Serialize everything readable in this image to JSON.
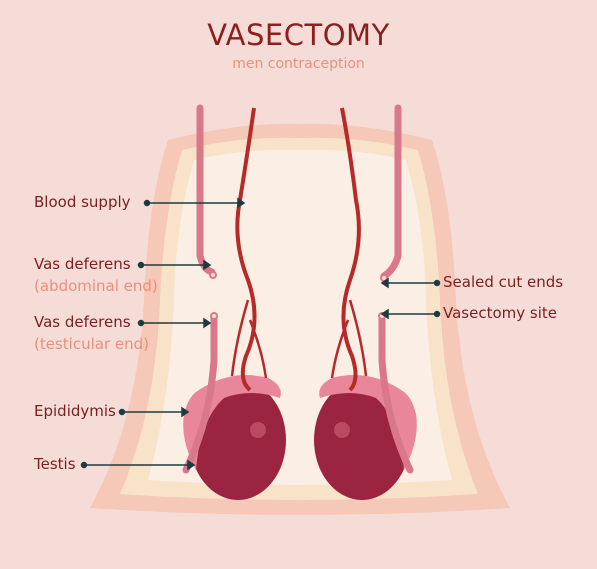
{
  "title": "VASECTOMY",
  "subtitle": "men contraception",
  "labels": {
    "blood_supply": "Blood supply",
    "vas_abdominal": "Vas deferens",
    "vas_abdominal_note": "(abdominal end)",
    "vas_testicular": "Vas deferens",
    "vas_testicular_note": "(testicular end)",
    "epididymis": "Epididymis",
    "testis": "Testis",
    "sealed_cut_ends": "Sealed cut ends",
    "vasectomy_site": "Vasectomy site"
  },
  "colors": {
    "background": "#f6dcd7",
    "body_outer": "#f5c8b8",
    "body_inner": "#f8e3c8",
    "body_fill": "#fbeee4",
    "vas": "#d9788b",
    "artery": "#b52a2a",
    "testis": "#9b2540",
    "epididymis": "#e9869a",
    "text_dark": "#7a1f1f",
    "text_light": "#e8907a",
    "pointer": "#1f3a3f"
  }
}
